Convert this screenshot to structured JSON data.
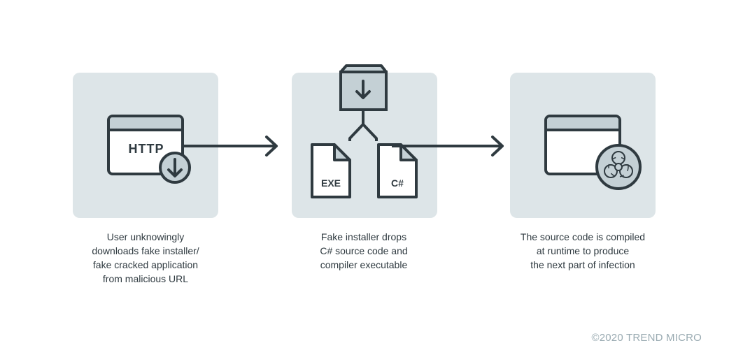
{
  "steps": [
    {
      "icon_label": "HTTP",
      "caption": "User unknowingly\ndownloads fake installer/\nfake cracked application\nfrom malicious URL"
    },
    {
      "file_labels": [
        "EXE",
        "C#"
      ],
      "caption": "Fake installer drops\nC# source code and\ncompiler executable"
    },
    {
      "caption": "The source code is compiled\nat runtime to produce\nthe next part of infection"
    }
  ],
  "copyright": "©2020 TREND MICRO",
  "icons": [
    "browser-window-icon",
    "download-icon",
    "package-box-icon",
    "file-icon",
    "biohazard-icon",
    "arrow-right-icon"
  ],
  "colors": {
    "panel": "#dde5e8",
    "stroke": "#2f3a40",
    "header": "#c4d0d5",
    "text": "#2f3a40",
    "copyright": "#9aabb2"
  }
}
